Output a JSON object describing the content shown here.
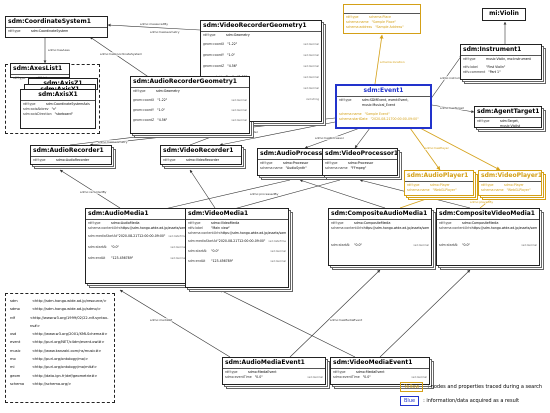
{
  "colors": {
    "yellow": "#d4a017",
    "blue": "#2233cc"
  },
  "nodes": {
    "coordsys": {
      "title": "sdm:CoordinateSystem1",
      "rows": [
        {
          "k": "rdf:type",
          "v": "sdm:CoordinateSystem"
        }
      ]
    },
    "axeslist": {
      "title": "sdm:AxesList1",
      "rows": [
        {
          "k": "rdf:type",
          "v": "rdf:List"
        }
      ]
    },
    "axisz": {
      "title": "sdm:AxisZ1"
    },
    "axisy": {
      "title": "sdm:AxisY1"
    },
    "axisx": {
      "title": "sdm:AxisX1",
      "rows": [
        {
          "k": "rdf:type",
          "v": "sdm:CoordinateSystemAxis"
        },
        {
          "k": "sdm:axisAbbrev",
          "v": "\"x\""
        },
        {
          "k": "sdm:axisDirection",
          "v": "\"starboard\""
        }
      ]
    },
    "vrgeom": {
      "title": "sdm:VideoRecorderGeometry1",
      "rows": [
        {
          "k": "rdf:type",
          "v": "sdm:Geometry"
        },
        {
          "k": "geom:coordX",
          "v": "\"1.22\"",
          "t": "xsd:decimal"
        },
        {
          "k": "geom:coordY",
          "v": "\"1.0\"",
          "t": "xsd:decimal"
        },
        {
          "k": "geom:coordZ",
          "v": "\"4.56\"",
          "t": "xsd:decimal"
        },
        {
          "k": "geom:rotationDegX",
          "v": "\"1.23\"",
          "t": "xsd:decimal"
        },
        {
          "k": "geom:rotationDegY",
          "v": "\"4.56\"",
          "t": "xsd:decimal"
        },
        {
          "k": "geom:rotationOrder",
          "v": "\"XYZ\"",
          "t": "xsd:string"
        }
      ]
    },
    "argeom": {
      "title": "sdm:AudioRecorderGeometry1",
      "rows": [
        {
          "k": "rdf:type",
          "v": "sdm:Geometry"
        },
        {
          "k": "geom:coordX",
          "v": "\"1.22\"",
          "t": "xsd:decimal"
        },
        {
          "k": "geom:coordY",
          "v": "\"1.0\"",
          "t": "xsd:decimal"
        },
        {
          "k": "geom:coordZ",
          "v": "\"4.56\"",
          "t": "xsd:decimal"
        }
      ]
    },
    "piece": {
      "title": "",
      "rows": [
        {
          "k": "rdf:type",
          "v": "schema:Place"
        },
        {
          "k": "schema:name",
          "v": "\"Sample Place\""
        },
        {
          "k": "schema:address",
          "v": "\"Sample Address\""
        }
      ]
    },
    "violin": {
      "title": "mi:Violin"
    },
    "instrument": {
      "title": "sdm:Instrument1",
      "rows": [
        {
          "k": "rdf:type",
          "v": "music:Violin, mo:Instrument"
        },
        {
          "k": "rdfs:label",
          "v": "\"First Violin\""
        },
        {
          "k": "rdfs:comment",
          "v": "\"Part 1\""
        }
      ]
    },
    "event": {
      "title": "sdm:Event1",
      "rows": [
        {
          "k": "rdf:type",
          "v": "sdm:SDMEvent, event:Event, music:Musical_Event"
        },
        {
          "k": "schema:name",
          "v": "\"Sample Event\""
        },
        {
          "k": "schema:startDate",
          "v": "\"2020-08-21T00:00:00-09:00\""
        }
      ]
    },
    "agent": {
      "title": "sdm:AgentTarget1",
      "rows": [
        {
          "k": "rdf:type",
          "v": "sdm:Target, music:Violist"
        }
      ]
    },
    "ar": {
      "title": "sdm:AudioRecorder1",
      "rows": [
        {
          "k": "rdf:type",
          "v": "sdmo:AudioRecorder"
        }
      ]
    },
    "vr": {
      "title": "sdm:VideoRecorder1",
      "rows": [
        {
          "k": "rdf:type",
          "v": "sdmo:VideoRecorder"
        }
      ]
    },
    "ap": {
      "title": "sdm:AudioProcessor1",
      "rows": [
        {
          "k": "rdf:type",
          "v": "sdmo:Processor"
        },
        {
          "k": "schema:name",
          "v": "\"AudioSynth\""
        }
      ]
    },
    "vp": {
      "title": "sdm:VideoProcessor1",
      "rows": [
        {
          "k": "rdf:type",
          "v": "sdmo:Processor"
        },
        {
          "k": "schema:name",
          "v": "\"FFmpeg\""
        }
      ]
    },
    "apl": {
      "title": "sdm:AudioPlayer1",
      "rows": [
        {
          "k": "rdf:type",
          "v": "sdmo:Player"
        },
        {
          "k": "schema:name",
          "v": "\"WebGLPlayer\""
        }
      ]
    },
    "vpl": {
      "title": "sdm:VideoPlayer1",
      "rows": [
        {
          "k": "rdf:type",
          "v": "sdmo:Player"
        },
        {
          "k": "schema:name",
          "v": "\"WebGLPlayer\""
        }
      ]
    },
    "am": {
      "title": "sdm:AudioMedia1",
      "rows": [
        {
          "k": "rdf:type",
          "v": "sdmo:AudioMedia"
        },
        {
          "k": "schema:contentUrl",
          "v": "<https://sdm.hongo.wide.ad.jp/assets/samples/audio/sec.wav>"
        },
        {
          "k": "sdm:mediaStartAt",
          "v": "\"2020-08-21T12:00:00-09:00\"",
          "t": "xsd:dateTime"
        },
        {
          "k": "sdm:startAt",
          "v": "\"0.0\"",
          "t": "xsd:decimal"
        },
        {
          "k": "sdm:endAt",
          "v": "\"123.456789\"",
          "t": "xsd:decimal"
        }
      ]
    },
    "vm": {
      "title": "sdm:VideoMedia1",
      "rows": [
        {
          "k": "rdf:type",
          "v": "sdmo:VideoMedia"
        },
        {
          "k": "rdfs:label",
          "v": "\"Main view\""
        },
        {
          "k": "schema:contentUrl",
          "v": "<https://sdm.hongo.wide.ad.jp/assets/samples/video/sec.mp4>"
        },
        {
          "k": "sdm:mediaStartAt",
          "v": "\"2020-08-21T12:00:00-09:00\"",
          "t": "xsd:dateTime"
        },
        {
          "k": "sdm:startAt",
          "v": "\"0.0\"",
          "t": "xsd:decimal"
        },
        {
          "k": "sdm:endAt",
          "v": "\"123.456789\"",
          "t": "xsd:decimal"
        }
      ]
    },
    "cam": {
      "title": "sdm:CompositeAudioMedia1",
      "rows": [
        {
          "k": "rdf:type",
          "v": "sdmo:CompositeMedia"
        },
        {
          "k": "schema:contentUrl",
          "v": "<https://sdm.hongo.wide.ad.jp/assets/samples/audio/composite.mp3>"
        },
        {
          "k": "sdm:startAt",
          "v": "\"0.0\"",
          "t": "xsd:decimal"
        }
      ]
    },
    "cvm": {
      "title": "sdm:CompositeVideoMedia1",
      "rows": [
        {
          "k": "rdf:type",
          "v": "sdmo:CompositeMedia"
        },
        {
          "k": "schema:contentUrl",
          "v": "<https://sdm.hongo.wide.ad.jp/assets/samples/video/xxx.m3u8>"
        },
        {
          "k": "sdm:startAt",
          "v": "\"0.0\"",
          "t": "xsd:decimal"
        }
      ]
    },
    "ame": {
      "title": "sdm:AudioMediaEvent1",
      "rows": [
        {
          "k": "rdf:type",
          "v": "sdmo:MediaEvent"
        },
        {
          "k": "sdmo:eventTime",
          "v": "\"0.0\"",
          "t": "xsd:decimal"
        }
      ]
    },
    "vme": {
      "title": "sdm:VideoMediaEvent1",
      "rows": [
        {
          "k": "rdf:type",
          "v": "sdmo:MediaEvent"
        },
        {
          "k": "sdmo:eventTime",
          "v": "\"0.0\"",
          "t": "xsd:decimal"
        }
      ]
    }
  },
  "edge_labels": {
    "e1": "sdmo:measuredBy",
    "e2": "sdmo:hasGeometry",
    "e3": "sdmo:hasCoordinateSystem",
    "e4": "sdmo:hasAxes",
    "e5": "sdmo:hasGeometry",
    "e6": "sdmo:instrument",
    "e7": "schema:location",
    "e8": "sdmo:hasTarget",
    "e9": "sdmo:hasRecorder",
    "e10": "sdmo:hasProcessor",
    "e11": "sdmo:hasPlayer",
    "e12": "sdmo:recordedBy",
    "e13": "sdmo:processedBy",
    "e14": "sdmo:playedBy",
    "e15": "sdmo:mediaOf",
    "e16": "sdmo:hasMediaEvent"
  },
  "prefixes": [
    {
      "p": "sdm",
      "ns": "<http://sdm.hongo.wide.ad.jp/resource/>"
    },
    {
      "p": "sdmo",
      "ns": "<http://sdm.hongo.wide.ad.jp/sdmo/>"
    },
    {
      "p": "rdf",
      "ns": "<http://www.w3.org/1999/02/22-rdf-syntax-ns#>"
    },
    {
      "p": "xsd",
      "ns": "<http://www.w3.org/2001/XMLSchema#>"
    },
    {
      "p": "event",
      "ns": "<http://purl.org/NET/c4dm/event.owl#>"
    },
    {
      "p": "music",
      "ns": "<http://www.kanzaki.com/ns/music#>"
    },
    {
      "p": "mo",
      "ns": "<http://purl.org/ontology/mo/>"
    },
    {
      "p": "mi",
      "ns": "<http://purl.org/ontology/mo/mit#>"
    },
    {
      "p": "geom",
      "ns": "<http://data.ign.fr/def/geometrie#>"
    },
    {
      "p": "schema",
      "ns": "<http://schema.org/>"
    }
  ],
  "legend": {
    "yellow_label": "Yellow",
    "yellow_text": ": nodes and properties traced during a search",
    "blue_label": "Blue",
    "blue_text": ": information/data acquired as a result"
  }
}
